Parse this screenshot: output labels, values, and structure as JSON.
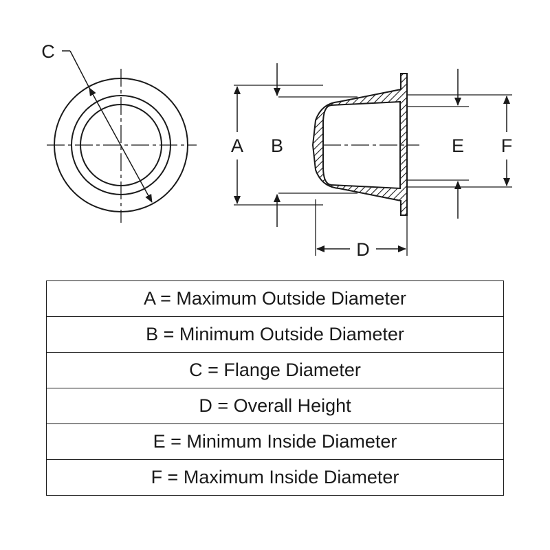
{
  "diagram": {
    "labels": {
      "a": "A",
      "b": "B",
      "c": "C",
      "d": "D",
      "e": "E",
      "f": "F"
    }
  },
  "legend": {
    "rows": [
      "A = Maximum Outside Diameter",
      "B = Minimum Outside Diameter",
      "C = Flange Diameter",
      "D = Overall Height",
      "E = Minimum Inside Diameter",
      "F = Maximum Inside Diameter"
    ]
  }
}
